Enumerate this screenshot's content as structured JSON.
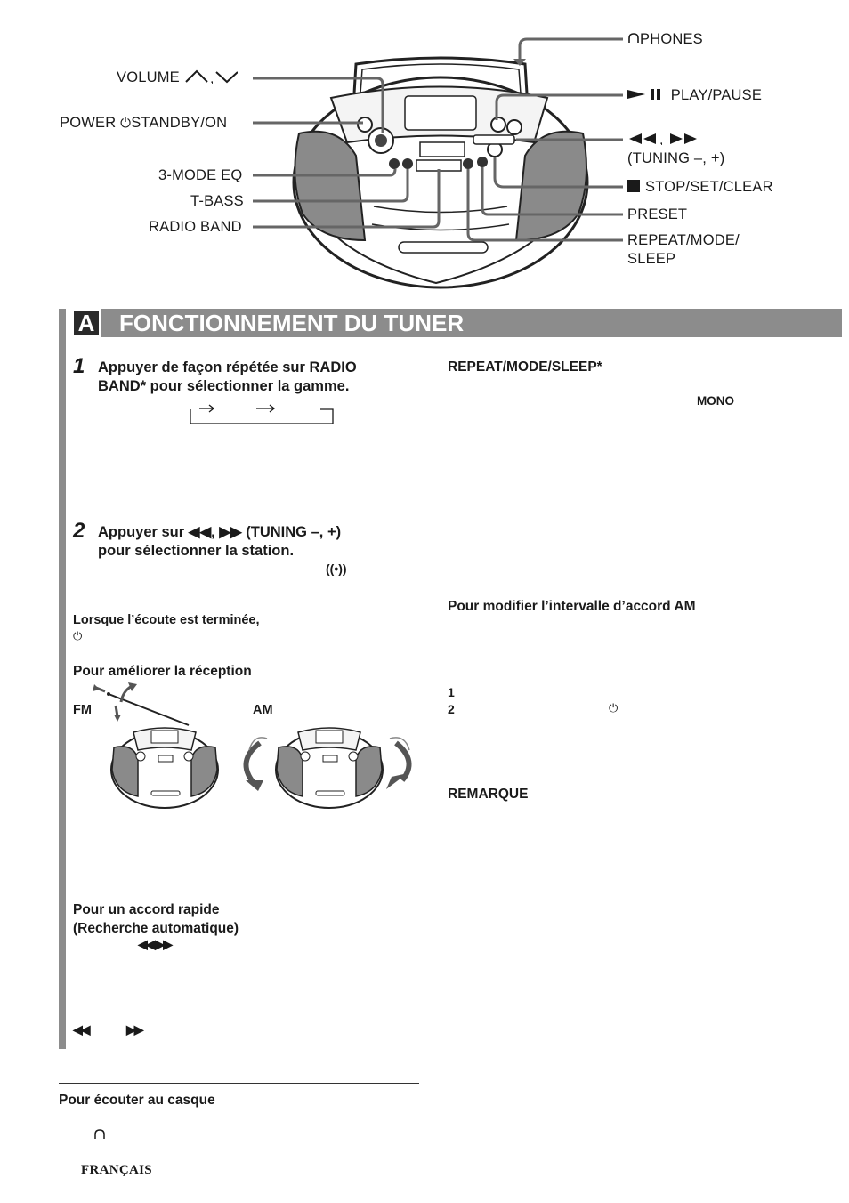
{
  "diagram": {
    "labels_left": {
      "volume": "VOLUME",
      "power": "POWER",
      "standby_on": "STANDBY/ON",
      "eq": "3-MODE EQ",
      "tbass": "T-BASS",
      "radio_band": "RADIO BAND"
    },
    "labels_right": {
      "phones": "PHONES",
      "play_pause": "PLAY/PAUSE",
      "tuning_symbols": ", ",
      "tuning": "(TUNING –, +)",
      "stop": "STOP/SET/CLEAR",
      "preset": "PRESET",
      "repeat_line1": "REPEAT/MODE/",
      "repeat_line2": "SLEEP"
    }
  },
  "section": {
    "letter": "A",
    "title": "FONCTIONNEMENT DU TUNER"
  },
  "left_column": {
    "step1_num": "1",
    "step1_line1": "Appuyer de façon répétée sur RADIO",
    "step1_line2": "BAND* pour sélectionner la gamme.",
    "step2_num": "2",
    "step2_line1": "Appuyer sur ◀◀, ▶▶ (TUNING –, +)",
    "step2_line2": "pour sélectionner la station.",
    "stereo_symbol": "((•))",
    "end_listen": "Lorsque l’écoute est terminée,",
    "improve_reception": "Pour améliorer la réception",
    "fm": "FM",
    "am": "AM",
    "quick_tune_line1": "Pour un accord rapide",
    "quick_tune_line2": "(Recherche automatique)",
    "quick_symbols": "◀◀  ▶▶",
    "bottom_symbols_a": "◀◀",
    "bottom_symbols_b": "▶▶"
  },
  "right_column": {
    "repeat_heading": "REPEAT/MODE/SLEEP*",
    "mono": "MONO",
    "am_interval": "Pour modifier l’intervalle d’accord AM",
    "num1": "1",
    "num2": "2",
    "remarque": "REMARQUE"
  },
  "footer": {
    "headphones": "Pour écouter au casque",
    "language": "FRANÇAIS"
  }
}
